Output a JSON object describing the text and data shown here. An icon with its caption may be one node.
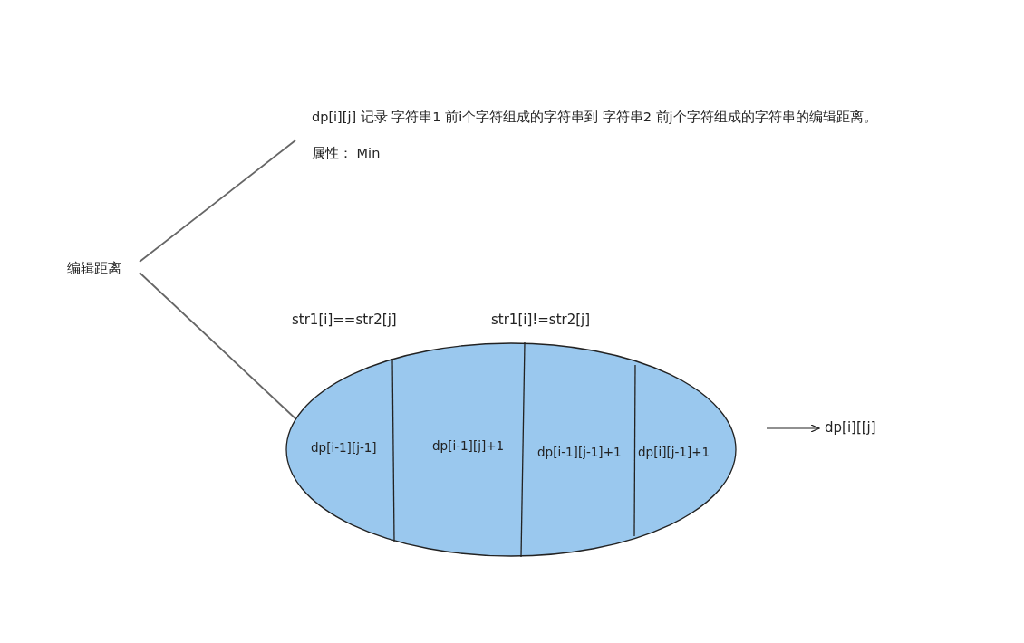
{
  "diagram": {
    "nodes": [
      {
        "text": [
          "编辑距离"
        ]
      },
      {
        "text": [
          "dp[i][j] 记录 字符串1 前i个字符组成的字符串到 字符串2 前j个字符组成的字符串的编辑距离。",
          "属性： Min"
        ]
      },
      {
        "text": [
          "dp[i-1][j-1]",
          "dp[i-1][j]+1",
          "dp[i-1][j-1]+1",
          "dp[i][j-1]+1"
        ]
      },
      {
        "text": [
          "dp[i][[j]"
        ]
      }
    ],
    "edges": [
      {
        "from": 0,
        "to": 1,
        "arrow": "none"
      },
      {
        "from": 0,
        "to": 2,
        "arrow": "none"
      },
      {
        "from": null,
        "to": 3,
        "arrow": "to"
      }
    ],
    "labels": [
      "str1[i]==str2[j]",
      "str1[i]!=str2[j]"
    ]
  }
}
